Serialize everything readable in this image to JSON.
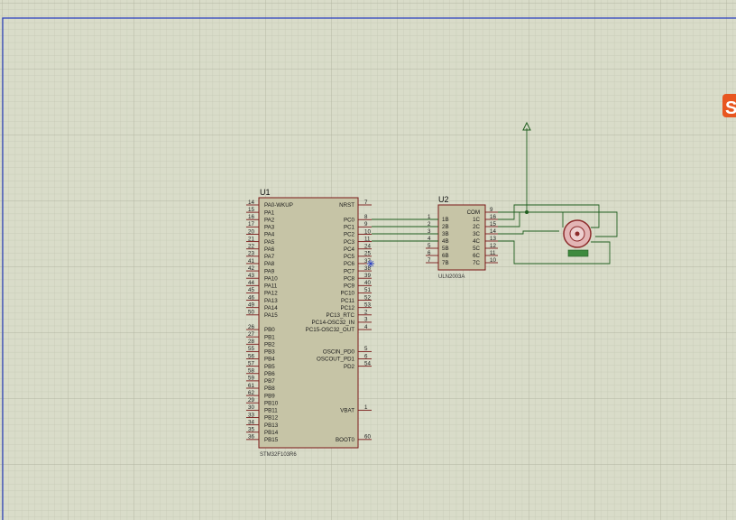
{
  "colors": {
    "background": "#d9dcc9",
    "grid_minor": "#c4c7b3",
    "grid_major": "#b3b6a2",
    "border": "#2a3fc0",
    "component_fill": "#c6c4a6",
    "component_outline": "#7a1818",
    "pin": "#7a1818",
    "wire": "#1f5e1f",
    "motor_body": "#e3b5b5",
    "motor_ring": "#8c2a2a",
    "motor_label_bg": "#3e8a3e",
    "logo": "#e8561f"
  },
  "u1": {
    "ref": "U1",
    "part": "STM32F103R6",
    "left_pins": [
      {
        "num": "14",
        "name": "PA0-WKUP"
      },
      {
        "num": "15",
        "name": "PA1"
      },
      {
        "num": "16",
        "name": "PA2"
      },
      {
        "num": "17",
        "name": "PA3"
      },
      {
        "num": "20",
        "name": "PA4"
      },
      {
        "num": "21",
        "name": "PA5"
      },
      {
        "num": "22",
        "name": "PA6"
      },
      {
        "num": "23",
        "name": "PA7"
      },
      {
        "num": "41",
        "name": "PA8"
      },
      {
        "num": "42",
        "name": "PA9"
      },
      {
        "num": "43",
        "name": "PA10"
      },
      {
        "num": "44",
        "name": "PA11"
      },
      {
        "num": "45",
        "name": "PA12"
      },
      {
        "num": "46",
        "name": "PA13"
      },
      {
        "num": "49",
        "name": "PA14"
      },
      {
        "num": "50",
        "name": "PA15"
      },
      {
        "num": "26",
        "name": "PB0"
      },
      {
        "num": "27",
        "name": "PB1"
      },
      {
        "num": "28",
        "name": "PB2"
      },
      {
        "num": "55",
        "name": "PB3"
      },
      {
        "num": "56",
        "name": "PB4"
      },
      {
        "num": "57",
        "name": "PB5"
      },
      {
        "num": "58",
        "name": "PB6"
      },
      {
        "num": "59",
        "name": "PB7"
      },
      {
        "num": "61",
        "name": "PB8"
      },
      {
        "num": "62",
        "name": "PB9"
      },
      {
        "num": "29",
        "name": "PB10"
      },
      {
        "num": "30",
        "name": "PB11"
      },
      {
        "num": "33",
        "name": "PB12"
      },
      {
        "num": "34",
        "name": "PB13"
      },
      {
        "num": "35",
        "name": "PB14"
      },
      {
        "num": "36",
        "name": "PB15"
      }
    ],
    "right_pins": [
      {
        "num": "7",
        "name": "NRST",
        "row": 0
      },
      {
        "num": "8",
        "name": "PC0",
        "row": 2
      },
      {
        "num": "9",
        "name": "PC1",
        "row": 3
      },
      {
        "num": "10",
        "name": "PC2",
        "row": 4
      },
      {
        "num": "11",
        "name": "PC3",
        "row": 5
      },
      {
        "num": "24",
        "name": "PC4",
        "row": 6
      },
      {
        "num": "25",
        "name": "PC5",
        "row": 7
      },
      {
        "num": "37",
        "name": "PC6",
        "row": 8
      },
      {
        "num": "38",
        "name": "PC7",
        "row": 9
      },
      {
        "num": "39",
        "name": "PC8",
        "row": 10
      },
      {
        "num": "40",
        "name": "PC9",
        "row": 11
      },
      {
        "num": "51",
        "name": "PC10",
        "row": 12
      },
      {
        "num": "52",
        "name": "PC11",
        "row": 13
      },
      {
        "num": "53",
        "name": "PC12",
        "row": 14
      },
      {
        "num": "2",
        "name": "PC13_RTC",
        "row": 15
      },
      {
        "num": "3",
        "name": "PC14-OSC32_IN",
        "row": 16
      },
      {
        "num": "4",
        "name": "PC15-OSC32_OUT",
        "row": 17
      },
      {
        "num": "5",
        "name": "OSCIN_PD0",
        "row": 20
      },
      {
        "num": "6",
        "name": "OSCOUT_PD1",
        "row": 21
      },
      {
        "num": "54",
        "name": "PD2",
        "row": 22
      },
      {
        "num": "1",
        "name": "VBAT",
        "row": 28
      },
      {
        "num": "60",
        "name": "BOOT0",
        "row": 32
      }
    ]
  },
  "u2": {
    "ref": "U2",
    "part": "ULN2003A",
    "left_pins": [
      {
        "num": "1",
        "name": "1B"
      },
      {
        "num": "2",
        "name": "2B"
      },
      {
        "num": "3",
        "name": "3B"
      },
      {
        "num": "4",
        "name": "4B"
      },
      {
        "num": "5",
        "name": "5B"
      },
      {
        "num": "6",
        "name": "6B"
      },
      {
        "num": "7",
        "name": "7B"
      }
    ],
    "right_pins": [
      {
        "num": "9",
        "name": "COM"
      },
      {
        "num": "16",
        "name": "1C"
      },
      {
        "num": "15",
        "name": "2C"
      },
      {
        "num": "14",
        "name": "3C"
      },
      {
        "num": "13",
        "name": "4C"
      },
      {
        "num": "12",
        "name": "5C"
      },
      {
        "num": "11",
        "name": "6C"
      },
      {
        "num": "10",
        "name": "7C"
      }
    ]
  },
  "motor": {
    "label": ""
  },
  "logo": {
    "text": "S"
  }
}
